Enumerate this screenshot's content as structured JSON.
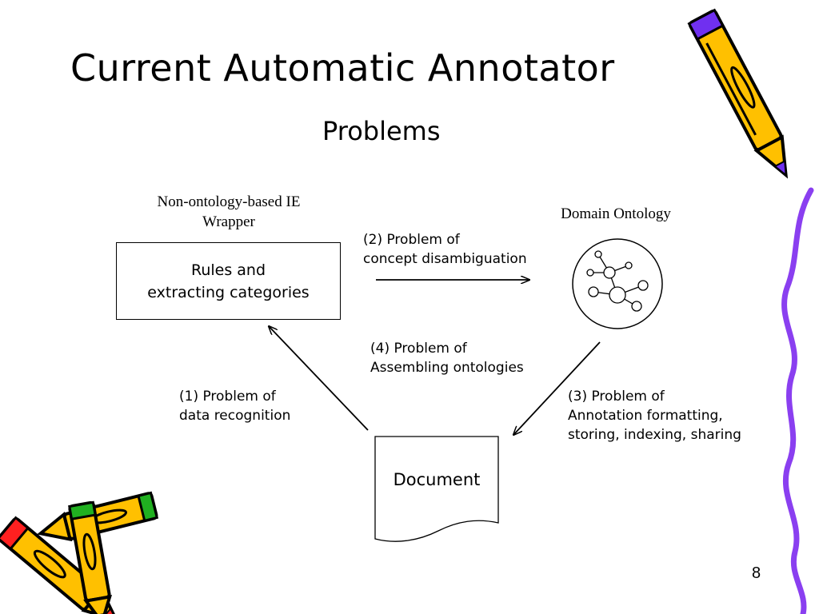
{
  "slide": {
    "title": "Current Automatic Annotator",
    "subtitle": "Problems",
    "page_number": "8"
  },
  "diagram": {
    "wrapper_heading": [
      "Non-ontology-based IE",
      "Wrapper"
    ],
    "wrapper_box": [
      "Rules and",
      "extracting categories"
    ],
    "ontology_heading": "Domain Ontology",
    "document_label": "Document",
    "problems": {
      "p1": [
        "(1) Problem of",
        "data recognition"
      ],
      "p2": [
        "(2) Problem of",
        "concept disambiguation"
      ],
      "p3": [
        "(3) Problem of",
        "Annotation formatting,",
        "storing, indexing, sharing"
      ],
      "p4": [
        "(4) Problem of",
        "Assembling ontologies"
      ]
    }
  },
  "decorations": {
    "pencil_icons": [
      "pencil-icon",
      "pencil-icon",
      "pencil-icon"
    ],
    "border": "wavy-border-icon",
    "colors": {
      "pencil_body": "#ffc000",
      "pencil_outline": "#000000",
      "pencil_cap_purple": "#7030f0",
      "pencil_cap_red": "#ff2020",
      "pencil_cap_green": "#20b020",
      "wavy_line": "#8a3ff0"
    }
  }
}
